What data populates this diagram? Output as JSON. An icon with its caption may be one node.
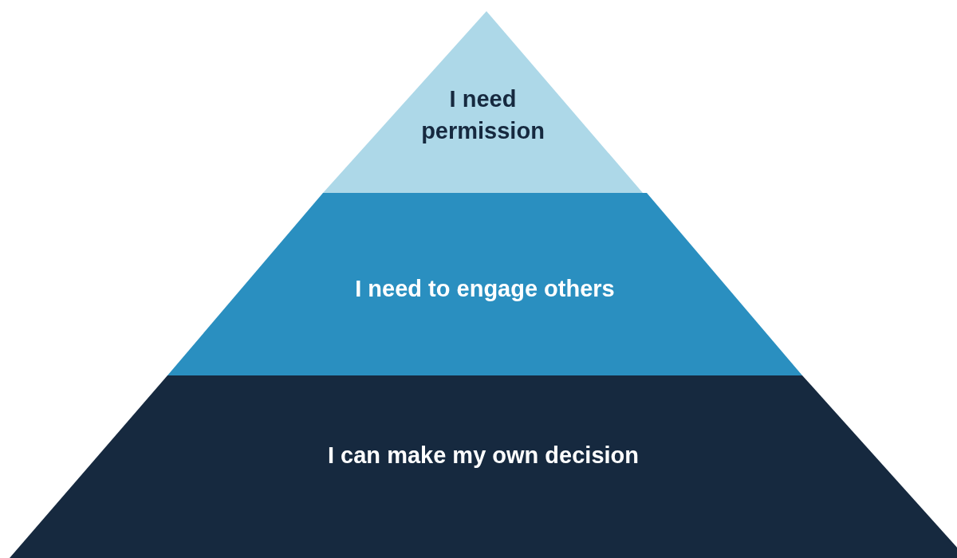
{
  "diagram": {
    "nodes": [
      {
        "text": [
          "I need permission"
        ]
      },
      {
        "text": [
          "I need to engage others"
        ]
      },
      {
        "text": [
          "I can make my own decision"
        ]
      }
    ]
  }
}
